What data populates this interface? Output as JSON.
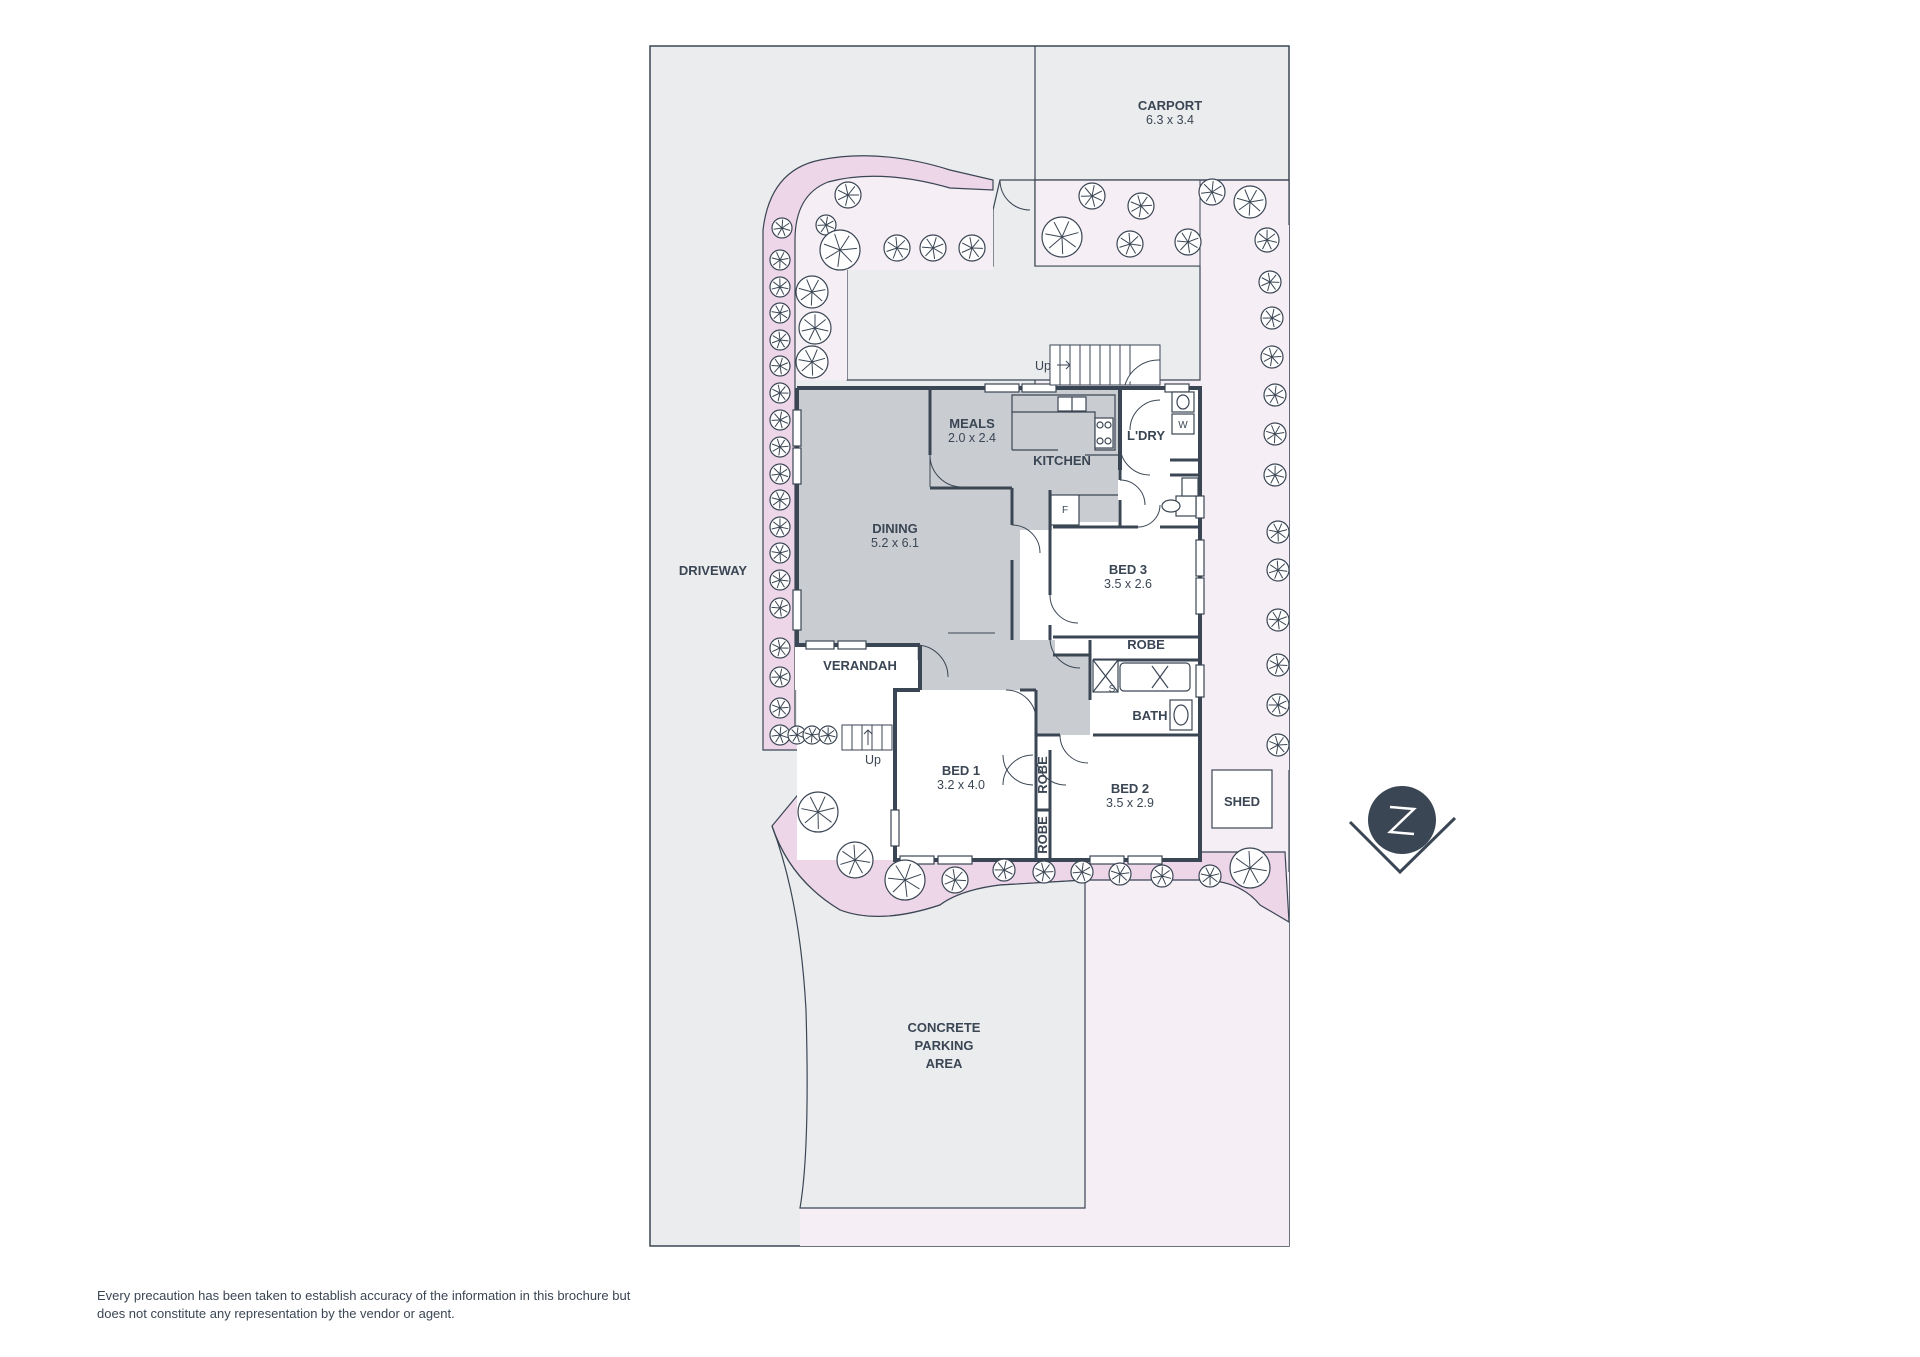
{
  "colors": {
    "paving": "#ebecee",
    "garden": "#f6eef5",
    "garden_bed": "#ecd6e8",
    "interior": "#ffffff",
    "living": "#c9ccd1",
    "wall": "#3b4654",
    "tree": "#3b4654"
  },
  "labels": {
    "carport": {
      "name": "CARPORT",
      "dim": "6.3 x 3.4"
    },
    "driveway": {
      "name": "DRIVEWAY"
    },
    "meals": {
      "name": "MEALS",
      "dim": "2.0 x 2.4"
    },
    "kitchen": {
      "name": "KITCHEN"
    },
    "laundry": {
      "name": "L'DRY"
    },
    "dining": {
      "name": "DINING",
      "dim": "5.2 x 6.1"
    },
    "bed3": {
      "name": "BED 3",
      "dim": "3.5 x 2.6"
    },
    "robe_bed3": {
      "name": "ROBE"
    },
    "verandah": {
      "name": "VERANDAH"
    },
    "bath": {
      "name": "BATH"
    },
    "bed1": {
      "name": "BED 1",
      "dim": "3.2 x 4.0"
    },
    "robe_bed1_a": {
      "name": "ROBE"
    },
    "robe_bed1_b": {
      "name": "ROBE"
    },
    "bed2": {
      "name": "BED 2",
      "dim": "3.5 x 2.9"
    },
    "shed": {
      "name": "SHED"
    },
    "parking": {
      "line1": "CONCRETE",
      "line2": "PARKING",
      "line3": "AREA"
    },
    "stairs_up_rear": "Up",
    "stairs_up_front": "Up",
    "fridge": "F",
    "washer": "W",
    "shower": "S"
  },
  "compass": {
    "icon": "north-arrow-icon"
  },
  "disclaimer": "Every precaution has been taken to establish accuracy of the information in this brochure but does not constitute any representation by the vendor or agent."
}
